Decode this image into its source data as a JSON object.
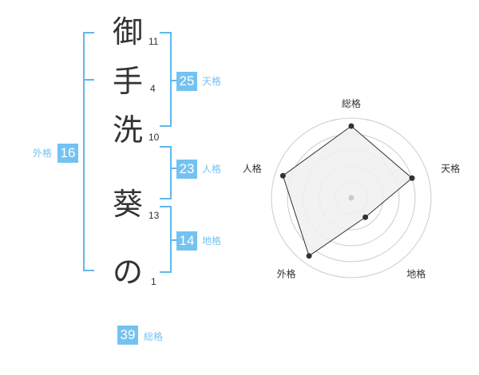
{
  "name": {
    "chars": [
      {
        "char": "御",
        "strokes": "11"
      },
      {
        "char": "手",
        "strokes": "4"
      },
      {
        "char": "洗",
        "strokes": "10"
      },
      {
        "char": "葵",
        "strokes": "13"
      },
      {
        "char": "の",
        "strokes": "1"
      }
    ]
  },
  "scores": {
    "tenkaku": {
      "value": "25",
      "label": "天格"
    },
    "jinkaku": {
      "value": "23",
      "label": "人格"
    },
    "chikaku": {
      "value": "14",
      "label": "地格"
    },
    "gaikaku": {
      "value": "16",
      "label": "外格"
    },
    "soukaku": {
      "value": "39",
      "label": "総格"
    }
  },
  "chart_data": {
    "type": "radar",
    "axes": [
      "総格",
      "天格",
      "地格",
      "外格",
      "人格"
    ],
    "levels": 5,
    "values": [
      4.5,
      4.0,
      1.5,
      4.5,
      4.5
    ],
    "max": 5,
    "colors": {
      "fill": "#f0f0f0",
      "line": "#333333",
      "grid": "#cccccc",
      "center": "#cccccc"
    }
  }
}
